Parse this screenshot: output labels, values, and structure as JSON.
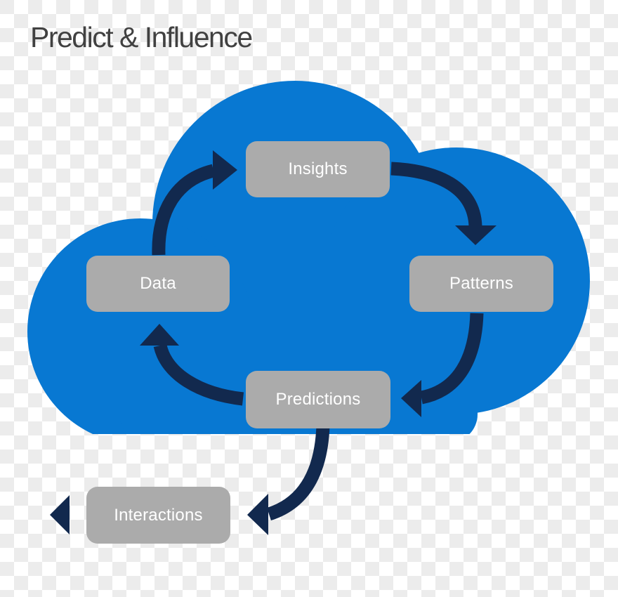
{
  "title": {
    "text": "Predict & Influence"
  },
  "diagram": {
    "cloud": {
      "shape": "cloud-silhouette",
      "color": "#0878D2"
    },
    "nodes": [
      {
        "id": "insights",
        "label": "Insights"
      },
      {
        "id": "patterns",
        "label": "Patterns"
      },
      {
        "id": "predictions",
        "label": "Predictions"
      },
      {
        "id": "data",
        "label": "Data"
      },
      {
        "id": "interactions",
        "label": "Interactions"
      }
    ],
    "edges": [
      {
        "from": "Data",
        "to": "Insights"
      },
      {
        "from": "Insights",
        "to": "Patterns"
      },
      {
        "from": "Patterns",
        "to": "Predictions"
      },
      {
        "from": "Predictions",
        "to": "Data"
      },
      {
        "from": "Predictions",
        "to": "Interactions"
      }
    ],
    "extra": {
      "left_arrowhead": "left-pointing triangle west of Interactions box"
    }
  },
  "colors": {
    "cloud_blue": "#0878D2",
    "arrow_navy": "#12294E",
    "node_gray": "#ABABAB",
    "node_text": "#FFFFFF",
    "title_text": "#414141",
    "checker_gray": "#ECECEC",
    "checker_white": "#FFFFFF"
  }
}
